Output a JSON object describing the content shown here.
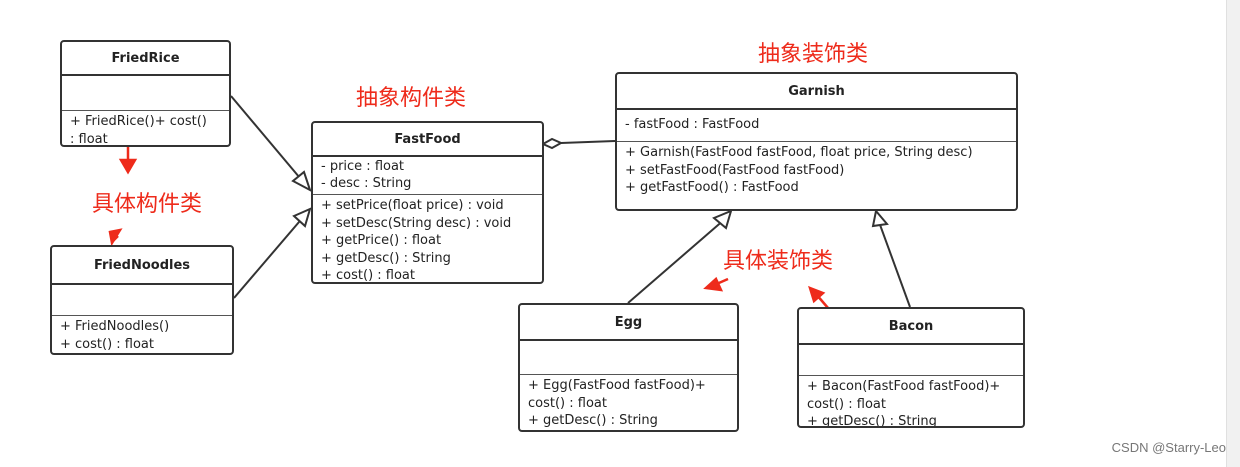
{
  "classes": {
    "fried_rice": {
      "name": "FriedRice",
      "attrs": [],
      "ops": [
        "+ FriedRice()+ cost()",
        ": float"
      ]
    },
    "fried_noodles": {
      "name": "FriedNoodles",
      "attrs": [],
      "ops": [
        "+ FriedNoodles()",
        "+ cost() : float"
      ]
    },
    "fast_food": {
      "name": "FastFood",
      "attrs": [
        "- price : float",
        "- desc : String"
      ],
      "ops": [
        "+ setPrice(float price) : void",
        "+ setDesc(String desc) : void",
        "+ getPrice() : float",
        "+ getDesc() : String",
        "+ cost() : float"
      ]
    },
    "garnish": {
      "name": "Garnish",
      "attrs": [
        "- fastFood : FastFood"
      ],
      "ops": [
        "+ Garnish(FastFood fastFood, float price, String desc)",
        "+ setFastFood(FastFood fastFood)",
        "+ getFastFood() : FastFood"
      ]
    },
    "egg": {
      "name": "Egg",
      "attrs": [],
      "ops": [
        "+ Egg(FastFood fastFood)+",
        "cost() : float",
        "+ getDesc() : String"
      ]
    },
    "bacon": {
      "name": "Bacon",
      "attrs": [],
      "ops": [
        "+ Bacon(FastFood fastFood)+",
        "cost() : float",
        "+ getDesc() : String"
      ]
    }
  },
  "notes": {
    "abstract_component": "抽象构件类",
    "concrete_component": "具体构件类",
    "abstract_decorator": "抽象装饰类",
    "concrete_decorator": "具体装饰类"
  },
  "watermark": "CSDN @Starry-Leo",
  "colors": {
    "note": "#ee2b1b",
    "line": "#333333"
  }
}
